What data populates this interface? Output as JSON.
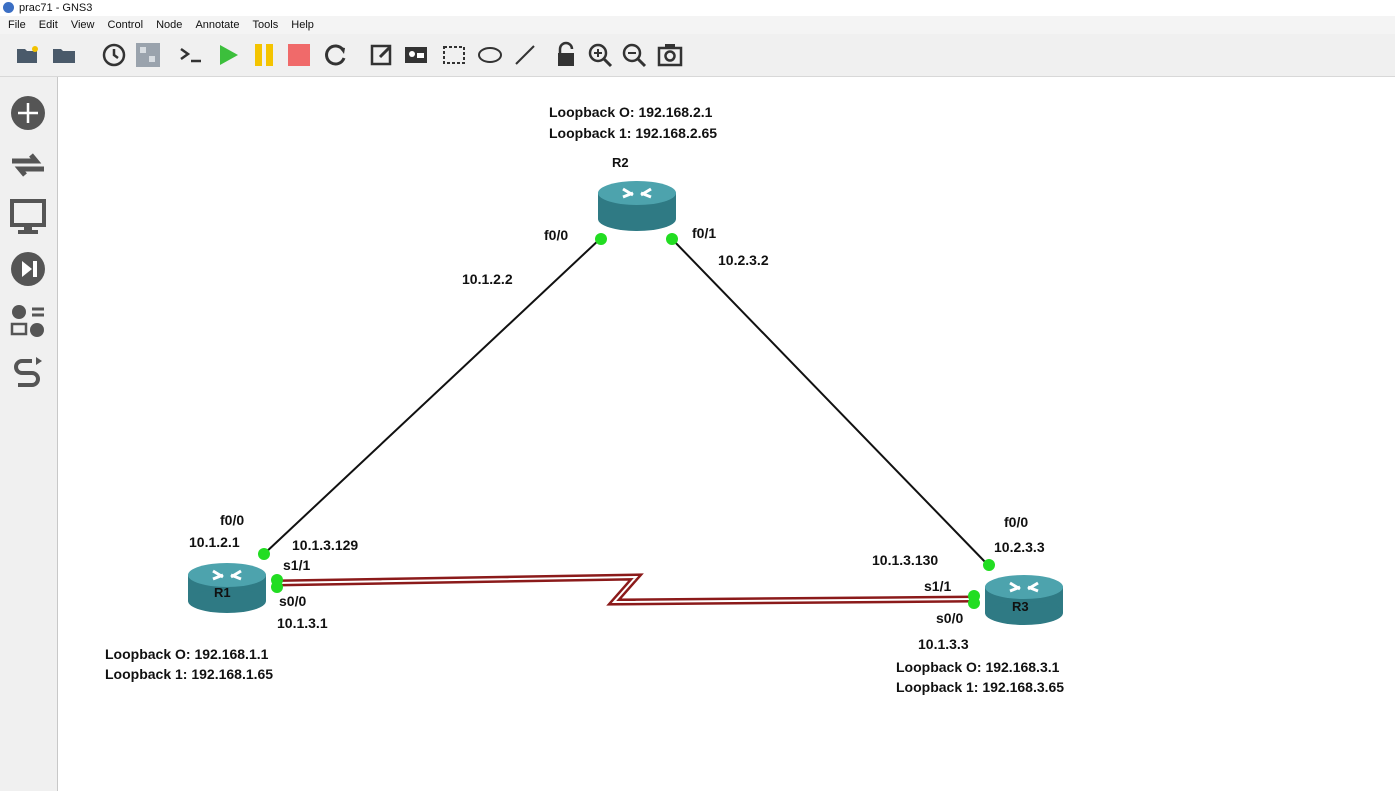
{
  "window": {
    "title": "prac71 - GNS3"
  },
  "menu": {
    "items": [
      "File",
      "Edit",
      "View",
      "Control",
      "Node",
      "Annotate",
      "Tools",
      "Help"
    ]
  },
  "toolbar": {
    "icons": [
      "open-folder-icon",
      "folder-icon",
      "clock-icon",
      "snapshot-grid-icon",
      "console-icon",
      "start-icon",
      "pause-icon",
      "stop-icon",
      "reload-icon",
      "note-icon",
      "image-icon",
      "rectangle-icon",
      "ellipse-icon",
      "line-icon",
      "lock-icon",
      "zoom-in-icon",
      "zoom-out-icon",
      "screenshot-icon"
    ],
    "colors": {
      "start": "#3cbf3c",
      "pause": "#f4c400",
      "stop": "#f06a6a"
    }
  },
  "sidebar": {
    "icons": [
      "router-icon",
      "switch-icon",
      "end-device-icon",
      "security-device-icon",
      "all-devices-icon",
      "add-link-icon"
    ]
  },
  "topology": {
    "routers": {
      "r1": {
        "name": "R1",
        "loopback0": "Loopback O: 192.168.1.1",
        "loopback1": "Loopback 1: 192.168.1.65"
      },
      "r2": {
        "name": "R2",
        "loopback0": "Loopback O: 192.168.2.1",
        "loopback1": "Loopback 1: 192.168.2.65"
      },
      "r3": {
        "name": "R3",
        "loopback0": "Loopback O: 192.168.3.1",
        "loopback1": "Loopback 1: 192.168.3.65"
      }
    },
    "labels": {
      "r2_f0_0": "f0/0",
      "r2_f0_1": "f0/1",
      "ip_10_1_2_2": "10.1.2.2",
      "ip_10_2_3_2": "10.2.3.2",
      "r1_f0_0": "f0/0",
      "ip_10_1_2_1": "10.1.2.1",
      "ip_10_1_3_129": "10.1.3.129",
      "r1_s1_1": "s1/1",
      "r1_s0_0": "s0/0",
      "ip_10_1_3_1": "10.1.3.1",
      "r3_f0_0": "f0/0",
      "ip_10_2_3_3": "10.2.3.3",
      "ip_10_1_3_130": "10.1.3.130",
      "r3_s1_1": "s1/1",
      "r3_s0_0": "s0/0",
      "ip_10_1_3_3": "10.1.3.3"
    },
    "colors": {
      "port_up": "#22dd22",
      "serial_link": "#8b1a1a",
      "router_body": "#3c8c94"
    }
  }
}
